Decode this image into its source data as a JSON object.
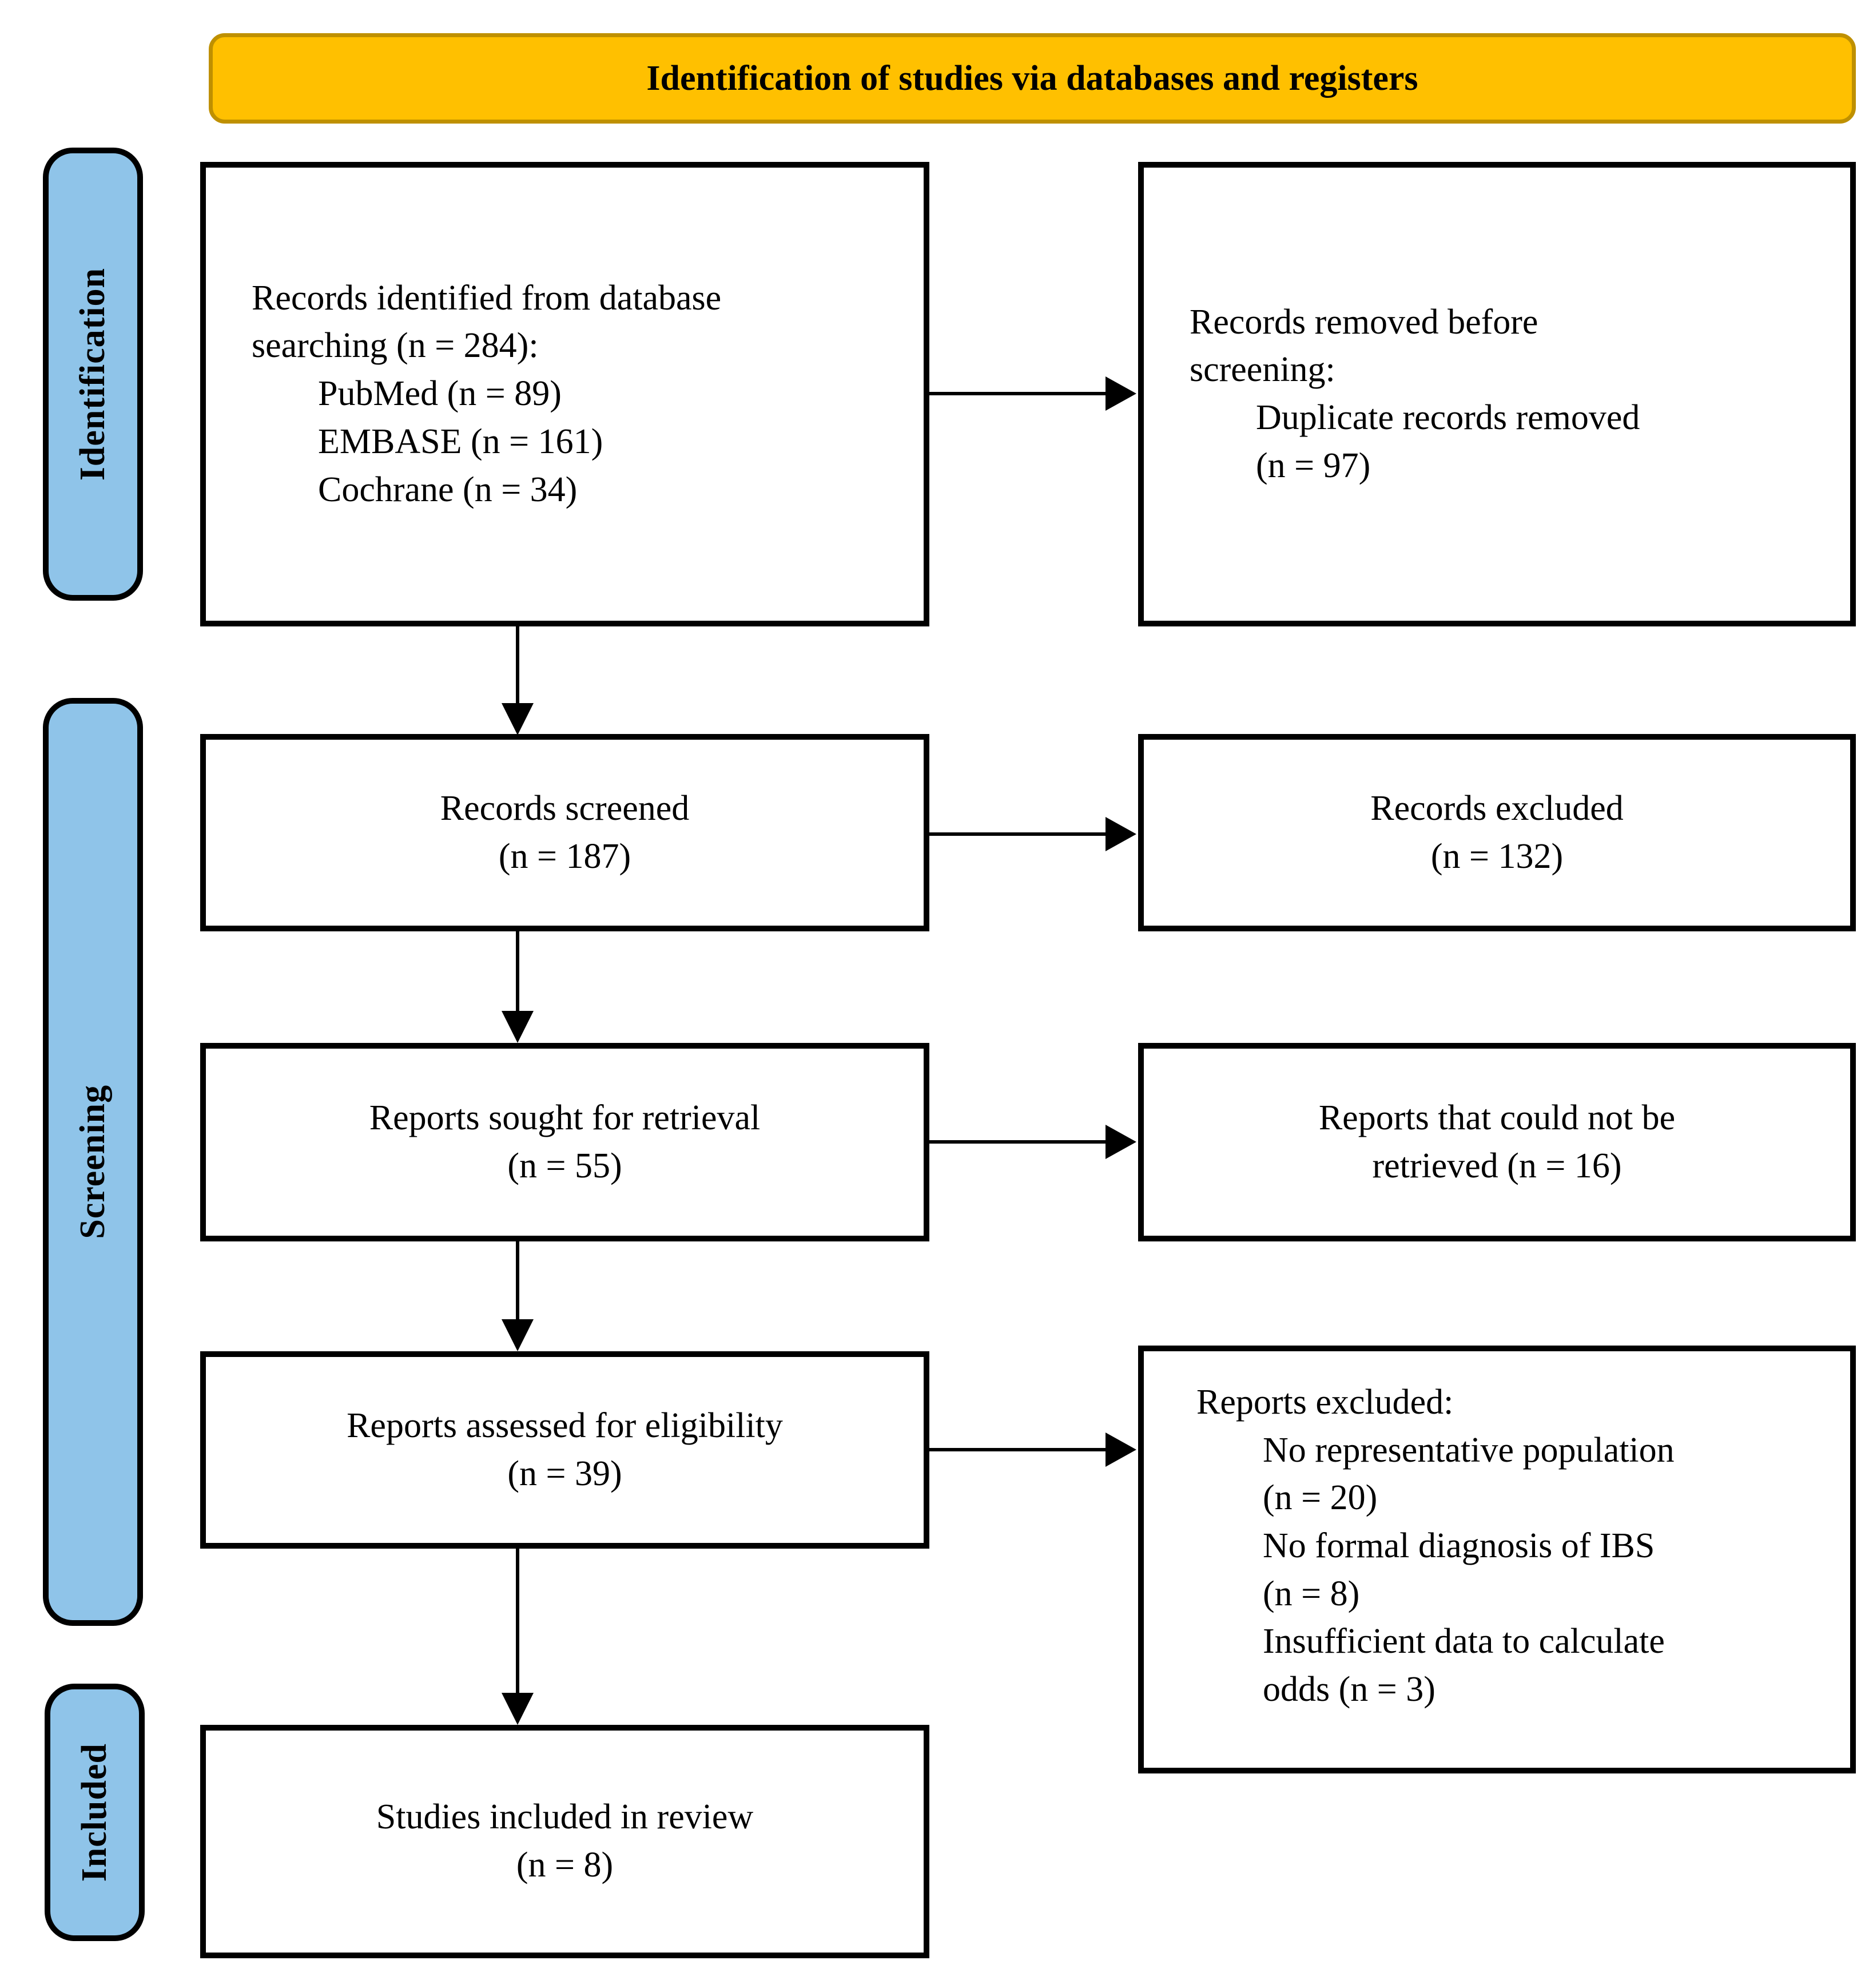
{
  "title": "Identification of studies via databases and registers",
  "colors": {
    "banner_fill": "#FFC000",
    "banner_border": "#BF9000",
    "stage_fill": "#8FC4E9",
    "box_border": "#000000",
    "arrow": "#000000"
  },
  "stages": [
    {
      "label": "Identification"
    },
    {
      "label": "Screening"
    },
    {
      "label": "Included"
    }
  ],
  "boxes": {
    "records_identified": {
      "main": [
        "Records identified from database",
        "searching (n = 284):"
      ],
      "details": [
        "PubMed (n = 89)",
        "EMBASE (n = 161)",
        "Cochrane (n = 34)"
      ]
    },
    "records_removed": {
      "main": [
        "Records removed before",
        "screening:"
      ],
      "details": [
        "Duplicate records removed",
        "(n = 97)"
      ]
    },
    "records_screened": {
      "lines": [
        "Records screened",
        "(n = 187)"
      ]
    },
    "records_excluded": {
      "lines": [
        "Records excluded",
        "(n = 132)"
      ]
    },
    "reports_sought": {
      "lines": [
        "Reports sought for retrieval",
        "(n = 55)"
      ]
    },
    "reports_not_retrieved": {
      "lines": [
        "Reports that could not be",
        "retrieved (n = 16)"
      ]
    },
    "reports_assessed": {
      "lines": [
        "Reports assessed for eligibility",
        "(n = 39)"
      ]
    },
    "reports_excluded": {
      "main": [
        "Reports excluded:"
      ],
      "details": [
        "No representative population",
        "(n = 20)",
        "No formal diagnosis of IBS",
        "(n = 8)",
        "Insufficient data to calculate",
        "odds (n = 3)"
      ]
    },
    "studies_included": {
      "lines": [
        "Studies included in review",
        "(n = 8)"
      ]
    }
  }
}
